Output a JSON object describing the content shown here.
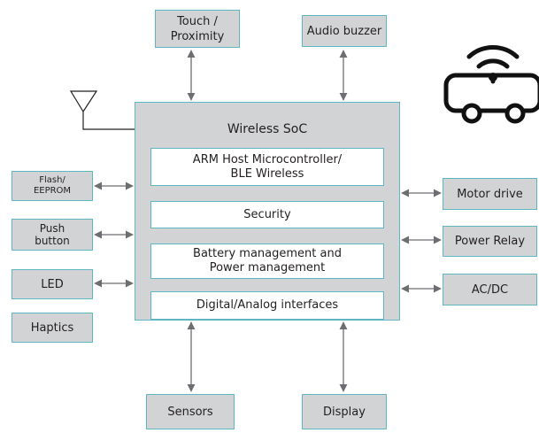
{
  "diagram": {
    "soc": {
      "title": "Wireless SoC",
      "modules": [
        "ARM Host Microcontroller/\nBLE Wireless",
        "Security",
        "Battery management and\nPower management",
        "Digital/Analog interfaces"
      ]
    },
    "top_blocks": [
      "Touch /\nProximity",
      "Audio buzzer"
    ],
    "bottom_blocks": [
      "Sensors",
      "Display"
    ],
    "left_blocks": [
      "Flash/\nEEPROM",
      "Push\nbutton",
      "LED",
      "Haptics"
    ],
    "right_blocks": [
      "Motor drive",
      "Power Relay",
      "AC/DC"
    ],
    "icons": [
      "antenna-icon",
      "connected-vehicle-icon"
    ],
    "colors": {
      "box_fill": "#d1d3d4",
      "border": "#5eb7c2",
      "arrow": "#6d6e71",
      "text": "#231f20"
    }
  }
}
